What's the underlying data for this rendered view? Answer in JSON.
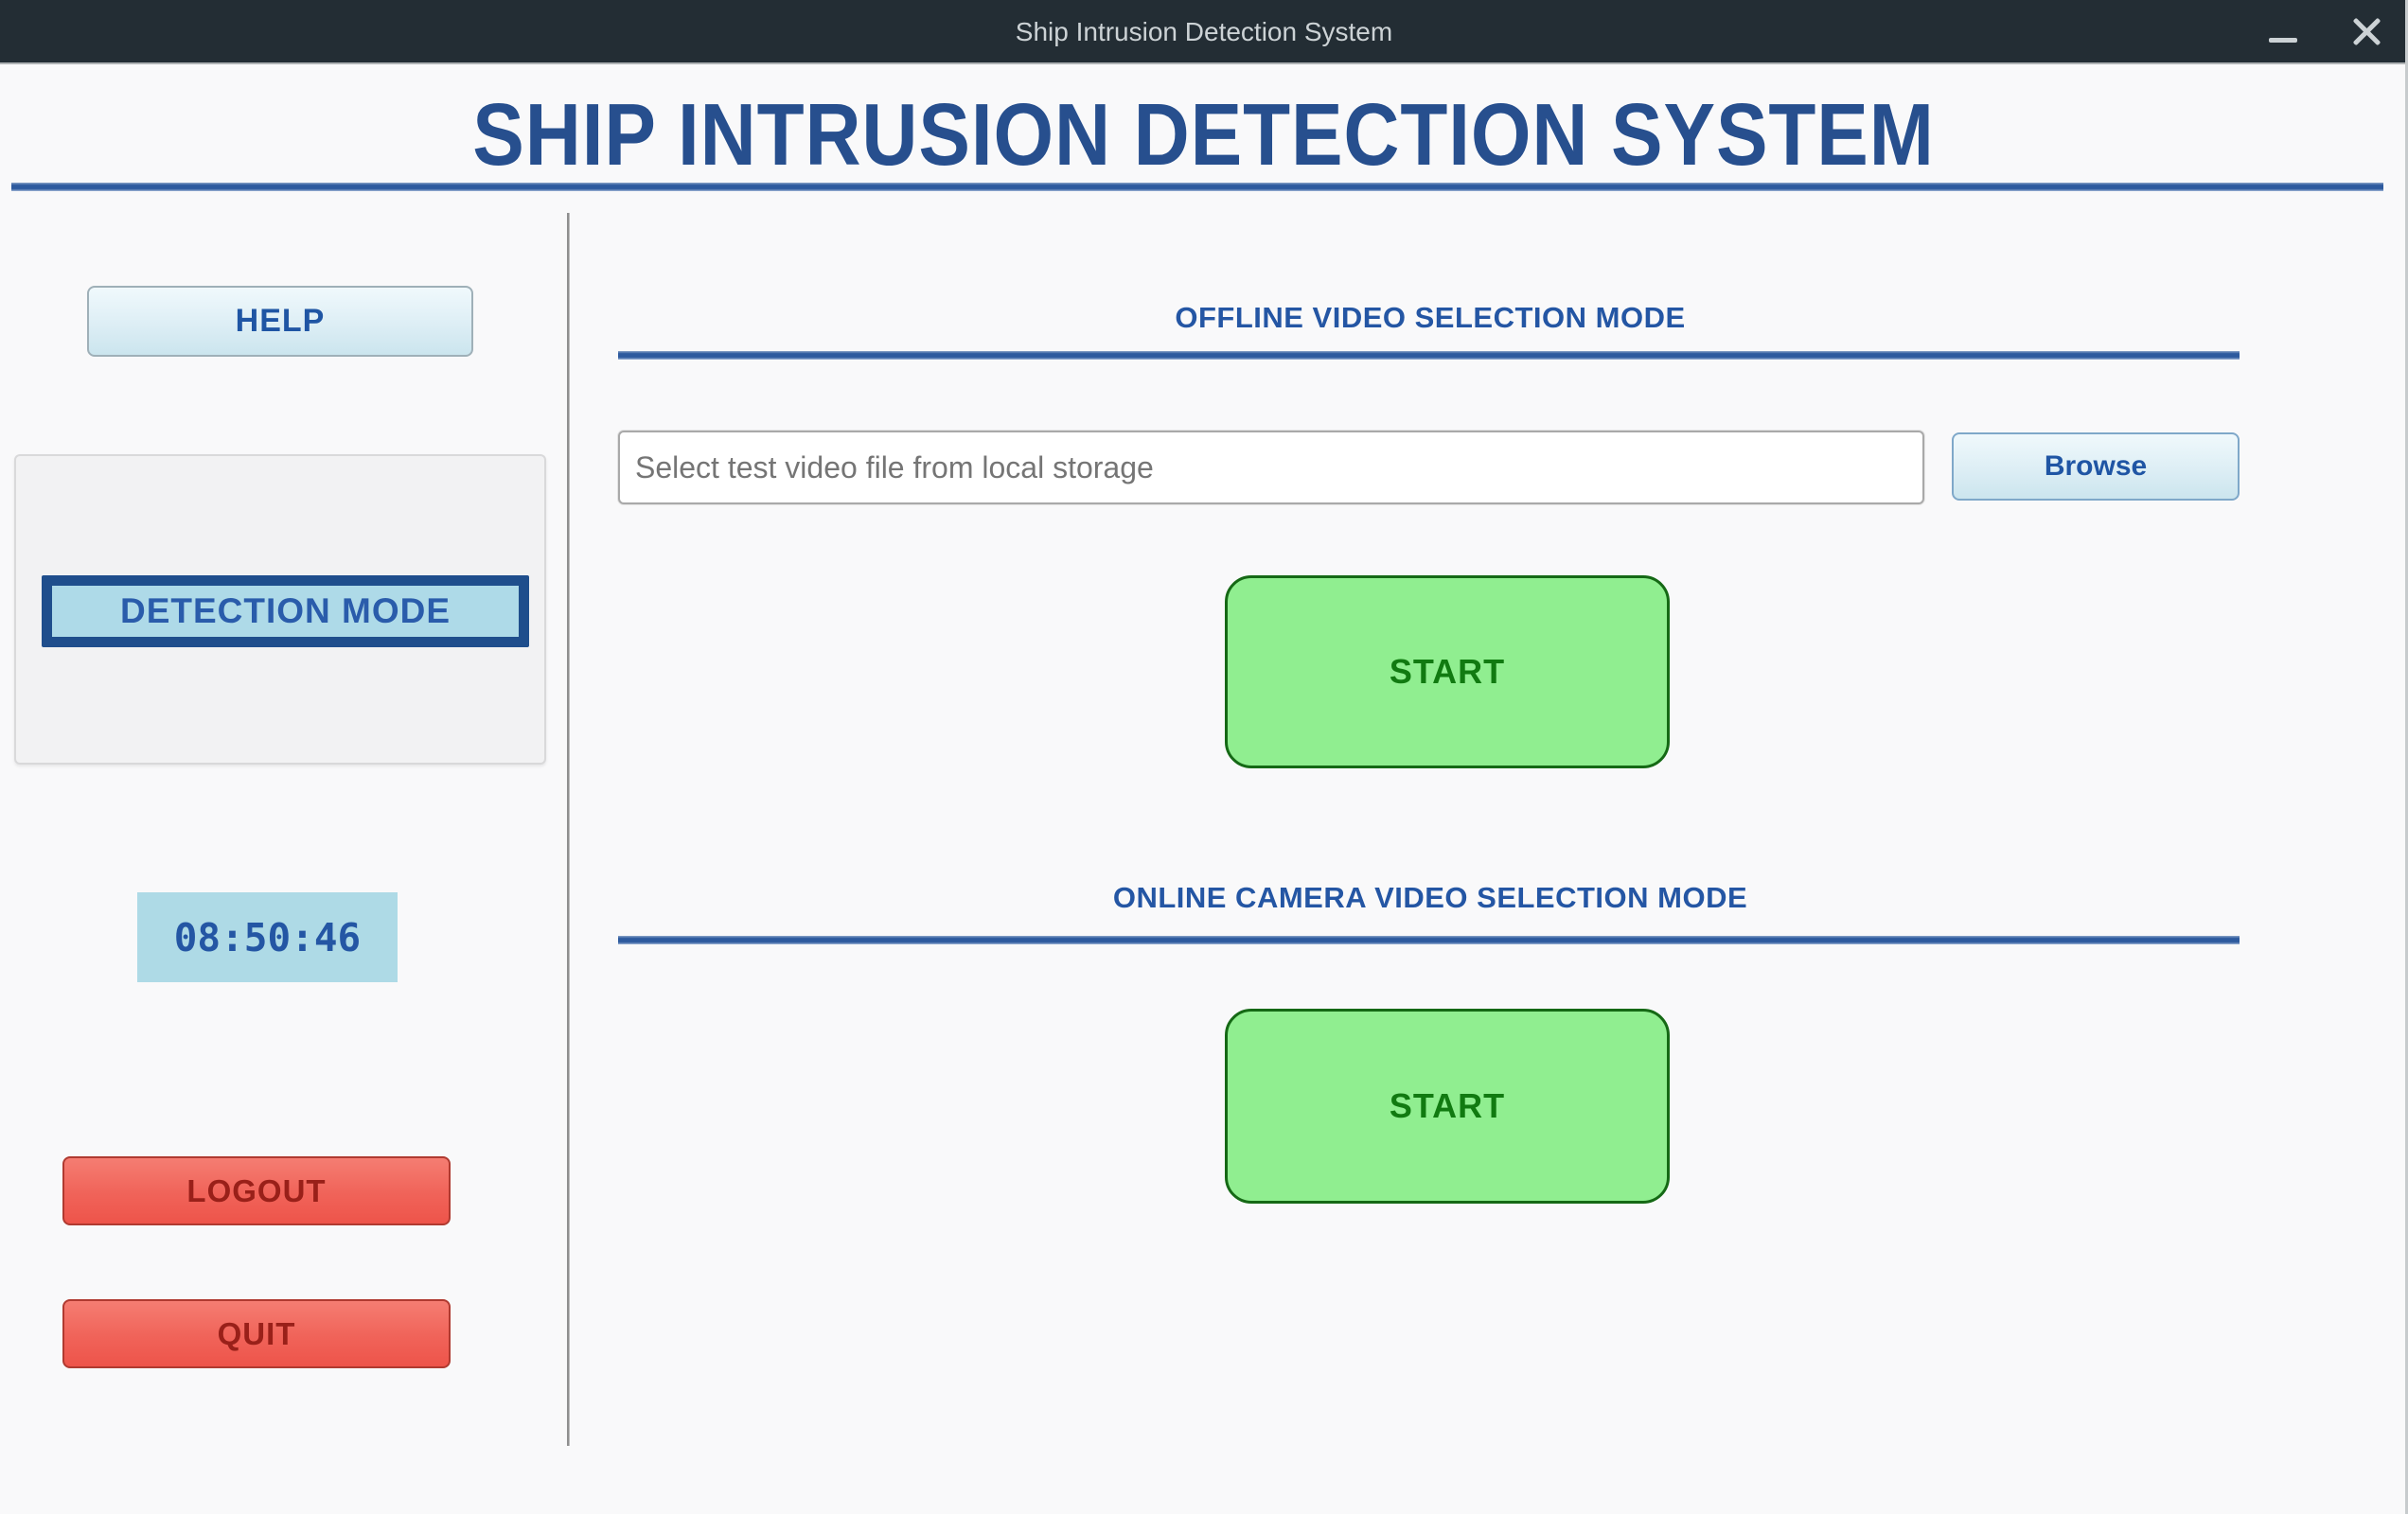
{
  "titlebar": {
    "title": "Ship Intrusion Detection System",
    "minimize_icon": "minimize-icon",
    "close_icon": "close-icon"
  },
  "header": {
    "title": "SHIP INTRUSION DETECTION SYSTEM"
  },
  "sidebar": {
    "help_button_label": "HELP",
    "detection_mode_button_label": "DETECTION MODE",
    "clock_time": "08:50:46",
    "logout_button_label": "LOGOUT",
    "quit_button_label": "QUIT"
  },
  "offline_section": {
    "heading": "OFFLINE VIDEO SELECTION MODE",
    "file_input": {
      "value": "",
      "placeholder": "Select test video file from local storage"
    },
    "browse_button_label": "Browse",
    "start_button_label": "START"
  },
  "online_section": {
    "heading": "ONLINE CAMERA VIDEO SELECTION MODE",
    "start_button_label": "START"
  },
  "colors": {
    "titlebar_bg": "#232d34",
    "page_bg": "#f9f9fa",
    "accent_blue": "#274f8e",
    "heading_blue": "#2456a4",
    "light_blue_fill": "#aedae6",
    "button_blue_text": "#1f55a4",
    "green_fill": "#90ee90",
    "green_text": "#117a11",
    "red_fill": "#ee544a",
    "red_text": "#992019"
  }
}
